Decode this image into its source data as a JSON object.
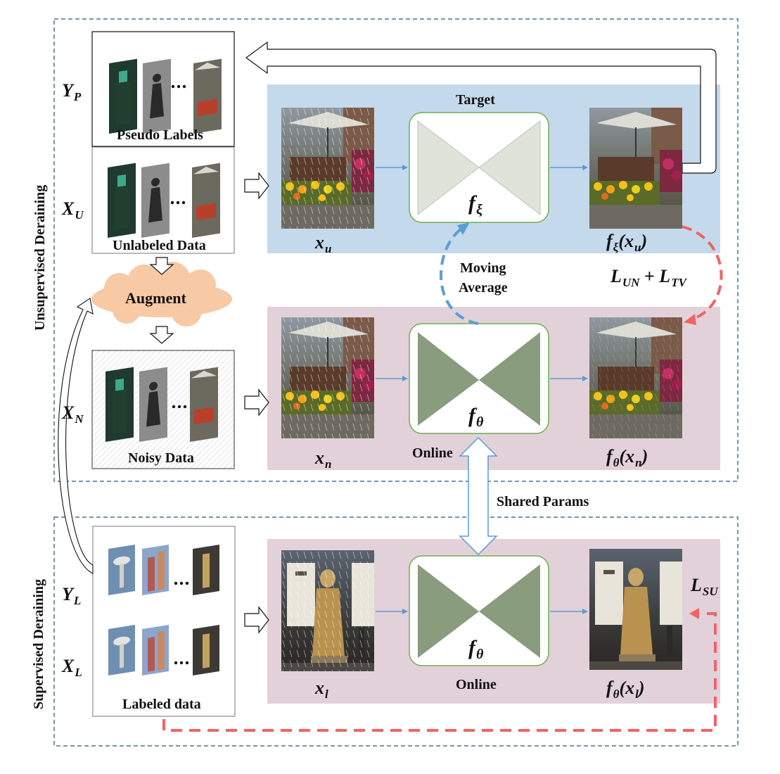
{
  "sections": {
    "unsupervised_title": "Unsupervised Deraining",
    "supervised_title": "Supervised Deraining"
  },
  "datasets": {
    "pseudo_caption": "Pseudo Labels",
    "unlabeled_caption": "Unlabeled Data",
    "noisy_caption": "Noisy Data",
    "labeled_caption": "Labeled data",
    "augment": "Augment"
  },
  "variables": {
    "yp": {
      "main": "Y",
      "sub": "P"
    },
    "xu_set": {
      "main": "X",
      "sub": "U"
    },
    "xn_set": {
      "main": "X",
      "sub": "N"
    },
    "yl": {
      "main": "Y",
      "sub": "L"
    },
    "xl_set": {
      "main": "X",
      "sub": "L"
    }
  },
  "network": {
    "target_title": "Target",
    "online_label": "Online",
    "online_label_bottom": "Online",
    "f_xi": {
      "main": "f",
      "sub": "ξ"
    },
    "f_theta_mid": {
      "main": "f",
      "sub": "θ"
    },
    "f_theta_bottom": {
      "main": "f",
      "sub": "θ"
    }
  },
  "images": {
    "xu": {
      "main": "x",
      "sub": "u"
    },
    "xn": {
      "main": "x",
      "sub": "n"
    },
    "xl": {
      "main": "x",
      "sub": "l"
    },
    "fxi_xu": {
      "f": "f",
      "fsub": "ξ",
      "x": "x",
      "xsub": "u"
    },
    "fth_xn": {
      "f": "f",
      "fsub": "θ",
      "x": "x",
      "xsub": "n"
    },
    "fth_xl": {
      "f": "f",
      "fsub": "θ",
      "x": "x",
      "xsub": "l"
    }
  },
  "losses": {
    "unsup": {
      "a": "L",
      "asub": "UN",
      "op": "+",
      "b": "L",
      "bsub": "TV"
    },
    "sup": {
      "main": "L",
      "sub": "SU"
    }
  },
  "annotations": {
    "moving_average_line1": "Moving",
    "moving_average_line2": "Average",
    "shared_params": "Shared Params"
  },
  "colors": {
    "target_panel": "#c5d9ec",
    "online_panel": "#e3d1d9",
    "network_dark": "#8a9c7e",
    "network_light": "#dfe3da",
    "network_border": "#6fae4f",
    "dashed_border": "#4a7396",
    "loss_red": "#f06464",
    "moving_blue": "#5a9fd4",
    "augment_cloud": "#f7c9a5",
    "flow_arrow": "#5b9bd5"
  }
}
